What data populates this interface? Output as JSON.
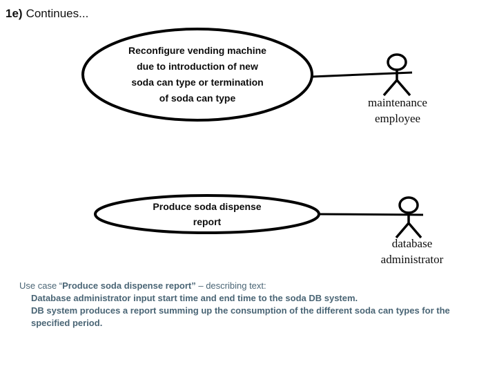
{
  "page": {
    "title_prefix": "1e)",
    "title_rest": "Continues..."
  },
  "diagram": {
    "type": "uml-use-case",
    "use_cases": [
      {
        "id": "reconfigure-vending-machine",
        "lines": [
          "Reconfigure vending machine",
          "due to introduction of new",
          "soda can type or termination",
          "of soda can type"
        ]
      },
      {
        "id": "produce-soda-dispense-report",
        "lines": [
          "Produce soda dispense",
          "report"
        ]
      }
    ],
    "actors": [
      {
        "id": "maintenance-employee",
        "label_lines": [
          "maintenance",
          "employee"
        ]
      },
      {
        "id": "database-administrator",
        "label_lines": [
          "database",
          "administrator"
        ]
      }
    ],
    "associations": [
      {
        "from": "reconfigure-vending-machine",
        "to": "maintenance-employee"
      },
      {
        "from": "produce-soda-dispense-report",
        "to": "database-administrator"
      }
    ],
    "stroke_color": "#000000"
  },
  "notes": {
    "intro_prefix": "Use case “",
    "intro_title": "Produce soda dispense report”",
    "intro_suffix": " – describing text:",
    "lines": [
      "Database administrator input start time and end time to the soda DB system.",
      "DB system produces a report summing up the consumption of the different soda can types for the",
      "specified period."
    ],
    "text_color": "#4a6575"
  },
  "colors": {
    "background": "#ffffff",
    "diagram_stroke": "#000000",
    "notes_text": "#4a6575"
  }
}
